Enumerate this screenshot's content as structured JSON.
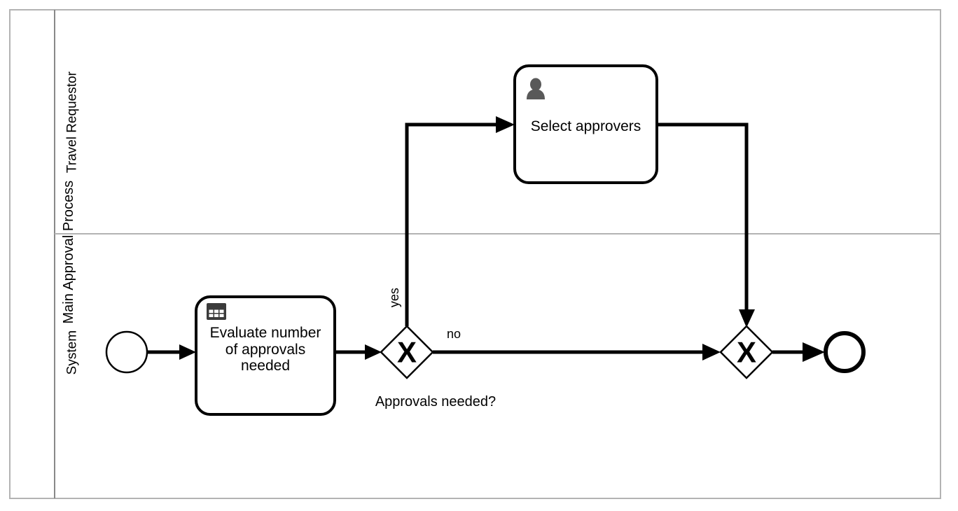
{
  "diagram": {
    "type": "bpmn-process",
    "pool": {
      "name": "Main Approval Process",
      "lanes": [
        {
          "id": "lane-travel-requestor",
          "name": "Travel Requestor"
        },
        {
          "id": "lane-system",
          "name": "System"
        }
      ]
    },
    "nodes": [
      {
        "id": "start-event",
        "kind": "start-event",
        "label": "",
        "lane": "lane-system"
      },
      {
        "id": "task-evaluate-approvals",
        "kind": "business-rule-task",
        "label": "Evaluate number\nof approvals\nneeded",
        "icon": "business-rule-table-icon",
        "lane": "lane-system"
      },
      {
        "id": "gateway-approvals-needed",
        "kind": "exclusive-gateway",
        "marker": "X",
        "label": "Approvals needed?",
        "lane": "lane-system"
      },
      {
        "id": "task-select-approvers",
        "kind": "user-task",
        "label": "Select approvers",
        "icon": "user-person-icon",
        "lane": "lane-travel-requestor"
      },
      {
        "id": "gateway-merge",
        "kind": "exclusive-gateway",
        "marker": "X",
        "label": "",
        "lane": "lane-system"
      },
      {
        "id": "end-event",
        "kind": "end-event",
        "label": "",
        "lane": "lane-system"
      }
    ],
    "flows": [
      {
        "id": "flow-start-to-evaluate",
        "from": "start-event",
        "to": "task-evaluate-approvals",
        "label": ""
      },
      {
        "id": "flow-evaluate-to-gateway",
        "from": "task-evaluate-approvals",
        "to": "gateway-approvals-needed",
        "label": ""
      },
      {
        "id": "flow-gateway-yes",
        "from": "gateway-approvals-needed",
        "to": "task-select-approvers",
        "label": "yes"
      },
      {
        "id": "flow-gateway-no",
        "from": "gateway-approvals-needed",
        "to": "gateway-merge",
        "label": "no"
      },
      {
        "id": "flow-select-to-merge",
        "from": "task-select-approvers",
        "to": "gateway-merge",
        "label": ""
      },
      {
        "id": "flow-merge-to-end",
        "from": "gateway-merge",
        "to": "end-event",
        "label": ""
      }
    ],
    "colors": {
      "pool_border": "#b3b3b3",
      "lane_border": "#b3b3b3",
      "shape_stroke": "#000000",
      "shape_fill": "#ffffff",
      "flow_stroke": "#000000",
      "icon_gray": "#595959",
      "text": "#000000"
    }
  }
}
